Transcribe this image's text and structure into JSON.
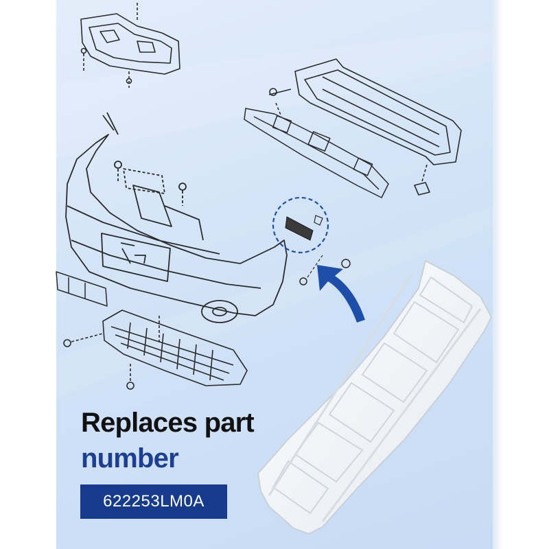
{
  "headline": {
    "line1": "Replaces part",
    "line2": "number"
  },
  "part_number": "622253LM0A",
  "colors": {
    "background": "#d4e3f6",
    "accent": "#1d3f8f",
    "badge": "#173b8c",
    "arrow": "#1e4fa8",
    "line_art": "#2a2a2a",
    "part": "#f4f6f8"
  },
  "illustration": {
    "diagram": "exploded-bumper-diagram",
    "highlighted_part": "bumper-bracket",
    "arrow": "pointer-arrow",
    "product": "bumper-bracket-photo"
  }
}
